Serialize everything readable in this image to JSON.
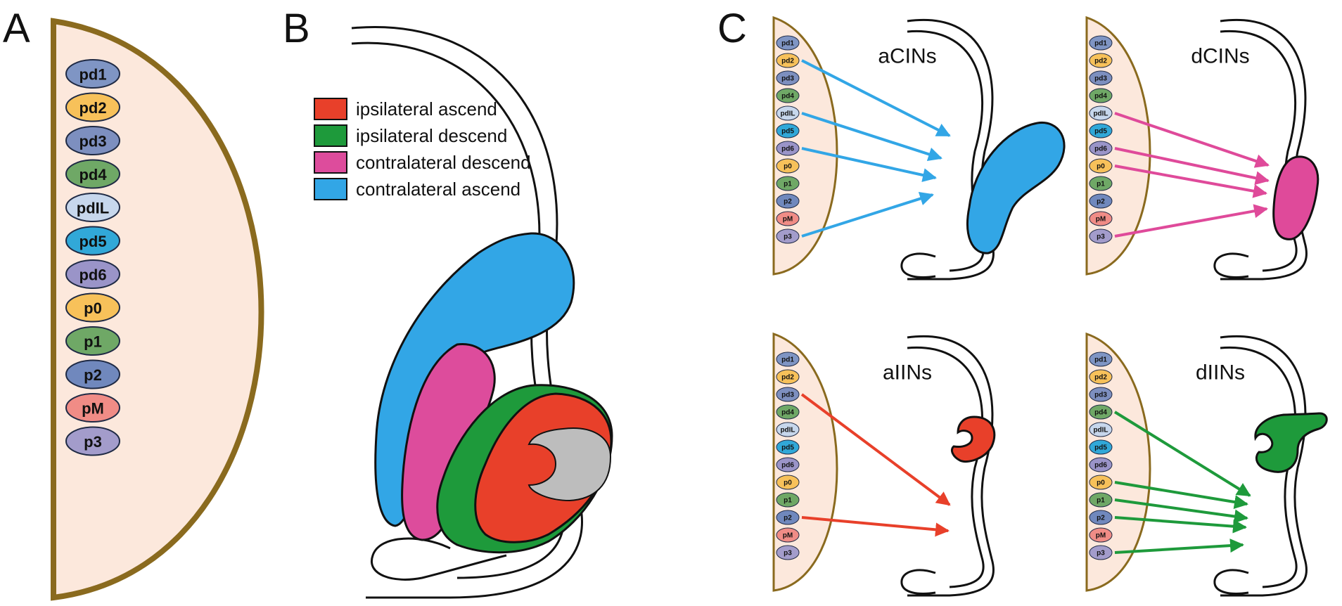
{
  "panels": {
    "a": {
      "letter": "A"
    },
    "b": {
      "letter": "B"
    },
    "c": {
      "letter": "C"
    }
  },
  "domains": [
    {
      "label": "pd1",
      "color": "#7f95c4"
    },
    {
      "label": "pd2",
      "color": "#f7c15a"
    },
    {
      "label": "pd3",
      "color": "#7d8fbf"
    },
    {
      "label": "pd4",
      "color": "#6fa866"
    },
    {
      "label": "pdIL",
      "color": "#c7d7ec"
    },
    {
      "label": "pd5",
      "color": "#31a8d8"
    },
    {
      "label": "pd6",
      "color": "#9a94c8"
    },
    {
      "label": "p0",
      "color": "#f7c15a"
    },
    {
      "label": "p1",
      "color": "#6fa866"
    },
    {
      "label": "p2",
      "color": "#7088bd"
    },
    {
      "label": "pM",
      "color": "#f08c86"
    },
    {
      "label": "p3",
      "color": "#a39ccb"
    }
  ],
  "legend": [
    {
      "label": "ipsilateral ascend",
      "color": "#e8402a"
    },
    {
      "label": "ipsilateral descend",
      "color": "#1e9a3b"
    },
    {
      "label": "contralateral descend",
      "color": "#dd4c9c"
    },
    {
      "label": "contralateral ascend",
      "color": "#32a6e6"
    }
  ],
  "subpanels": [
    {
      "title": "aCINs",
      "color": "#32a6e6",
      "sources": [
        "pd2",
        "pdIL",
        "pd6",
        "p3"
      ]
    },
    {
      "title": "dCINs",
      "color": "#df4a9a",
      "sources": [
        "pdIL",
        "pd6",
        "p0",
        "p3"
      ]
    },
    {
      "title": "aIINs",
      "color": "#e8402a",
      "sources": [
        "pd3",
        "p2"
      ]
    },
    {
      "title": "dIINs",
      "color": "#1e9a3b",
      "sources": [
        "pd4",
        "p0",
        "p1",
        "p2",
        "p3"
      ]
    }
  ],
  "colors": {
    "ventricle_fill": "#fce8dc",
    "ventricle_edge": "#8a6a1e",
    "gray_matter": "#bdbdbd"
  }
}
